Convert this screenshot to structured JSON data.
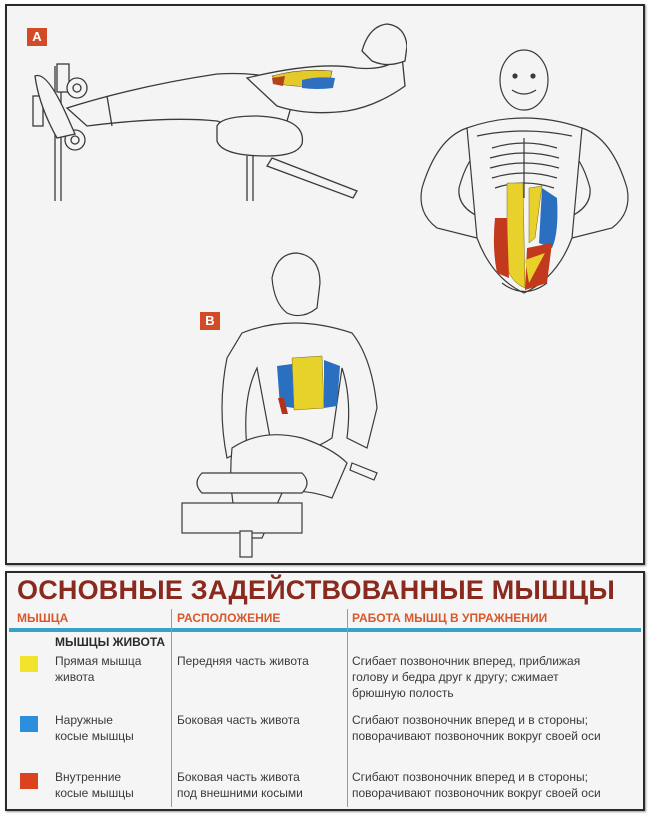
{
  "illustration": {
    "label_a": "A",
    "label_b": "B",
    "figures": [
      {
        "id": "figure-a",
        "description": "decline leg raise on bench, abdominal muscles highlighted"
      },
      {
        "id": "figure-anatomy",
        "description": "front torso anatomy showing rectus abdominis, external and internal obliques"
      },
      {
        "id": "figure-b",
        "description": "seated knee raise on bench, abdominal muscles highlighted"
      }
    ],
    "colors": {
      "rectus": "#f2e12a",
      "external_oblique": "#2f8fdc",
      "internal_oblique": "#d9441f",
      "badge": "#d24a26"
    }
  },
  "table": {
    "title": "ОСНОВНЫЕ ЗАДЕЙСТВОВАННЫЕ МЫШЦЫ",
    "headers": {
      "muscle": "МЫШЦА",
      "location": "РАСПОЛОЖЕНИЕ",
      "function": "РАБОТА МЫШЦ В УПРАЖНЕНИИ"
    },
    "group_title": "МЫШЦЫ ЖИВОТА",
    "rows": [
      {
        "color": "#f2e42c",
        "muscle_line1": "Прямая мышца",
        "muscle_line2": "живота",
        "location_line1": "Передняя часть живота",
        "location_line2": "",
        "function_line1": "Сгибает позвоночник вперед, приближая",
        "function_line2": "голову и бедра друг к другу; сжимает",
        "function_line3": "брюшную полость"
      },
      {
        "color": "#2b8fdc",
        "muscle_line1": "Наружные",
        "muscle_line2": "косые мышцы",
        "location_line1": "Боковая часть живота",
        "location_line2": "",
        "function_line1": "Сгибают позвоночник вперед и в стороны;",
        "function_line2": "поворачивают позвоночник вокруг своей оси",
        "function_line3": ""
      },
      {
        "color": "#d9441f",
        "muscle_line1": "Внутренние",
        "muscle_line2": "косые мышцы",
        "location_line1": "Боковая часть живота",
        "location_line2": "под внешними косыми",
        "function_line1": "Сгибают позвоночник вперед и в стороны;",
        "function_line2": "поворачивают позвоночник вокруг своей оси",
        "function_line3": ""
      }
    ]
  }
}
